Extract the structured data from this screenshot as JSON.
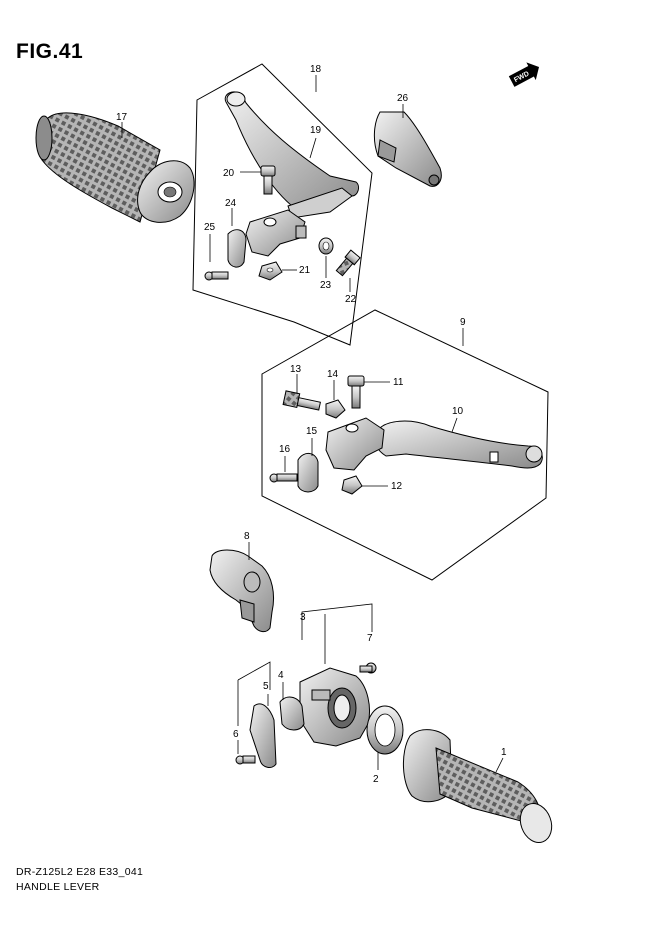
{
  "figure_title": "FIG.41",
  "footer": {
    "model_code": "DR-Z125L2 E28 E33_041",
    "section_name": "HANDLE LEVER"
  },
  "direction_badge": "FWD",
  "callouts": {
    "1": "1",
    "2": "2",
    "3": "3",
    "4": "4",
    "5": "5",
    "6": "6",
    "7": "7",
    "8": "8",
    "9": "9",
    "10": "10",
    "11": "11",
    "12": "12",
    "13": "13",
    "14": "14",
    "15": "15",
    "16": "16",
    "17": "17",
    "18": "18",
    "19": "19",
    "20": "20",
    "21": "21",
    "22": "22",
    "23": "23",
    "24": "24",
    "25": "25",
    "26": "26"
  },
  "colors": {
    "line": "#000000",
    "background": "#ffffff",
    "grip_shade": "#9a9a9a",
    "part_fill": "#dcdcdc"
  }
}
